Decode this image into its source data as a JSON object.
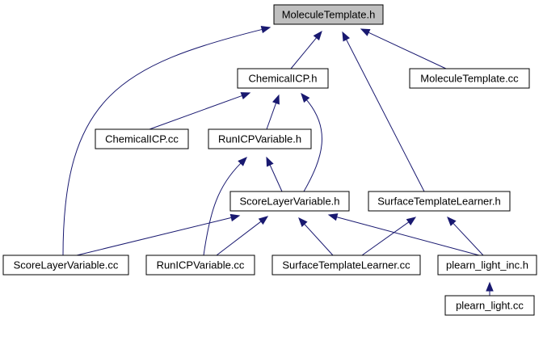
{
  "graph": {
    "root": "MoleculeTemplate.h",
    "nodes": [
      {
        "id": "moleculetemplate-h",
        "label": "MoleculeTemplate.h",
        "root": true
      },
      {
        "id": "chemicalicp-h",
        "label": "ChemicalICP.h"
      },
      {
        "id": "moleculetemplate-cc",
        "label": "MoleculeTemplate.cc"
      },
      {
        "id": "chemicalicp-cc",
        "label": "ChemicalICP.cc"
      },
      {
        "id": "runicpvariable-h",
        "label": "RunICPVariable.h"
      },
      {
        "id": "scorelayervariable-h",
        "label": "ScoreLayerVariable.h"
      },
      {
        "id": "surfacetemplatelearner-h",
        "label": "SurfaceTemplateLearner.h"
      },
      {
        "id": "scorelayervariable-cc",
        "label": "ScoreLayerVariable.cc"
      },
      {
        "id": "runicpvariable-cc",
        "label": "RunICPVariable.cc"
      },
      {
        "id": "surfacetemplatelearner-cc",
        "label": "SurfaceTemplateLearner.cc"
      },
      {
        "id": "plearn-light-inc-h",
        "label": "plearn_light_inc.h"
      },
      {
        "id": "plearn-light-cc",
        "label": "plearn_light.cc"
      }
    ],
    "edges": [
      {
        "from": "chemicalicp-h",
        "to": "moleculetemplate-h"
      },
      {
        "from": "moleculetemplate-cc",
        "to": "moleculetemplate-h"
      },
      {
        "from": "scorelayervariable-cc",
        "to": "moleculetemplate-h"
      },
      {
        "from": "surfacetemplatelearner-h",
        "to": "moleculetemplate-h"
      },
      {
        "from": "chemicalicp-cc",
        "to": "chemicalicp-h"
      },
      {
        "from": "runicpvariable-h",
        "to": "chemicalicp-h"
      },
      {
        "from": "scorelayervariable-h",
        "to": "chemicalicp-h"
      },
      {
        "from": "scorelayervariable-h",
        "to": "runicpvariable-h"
      },
      {
        "from": "runicpvariable-cc",
        "to": "runicpvariable-h"
      },
      {
        "from": "scorelayervariable-cc",
        "to": "scorelayervariable-h"
      },
      {
        "from": "runicpvariable-cc",
        "to": "scorelayervariable-h"
      },
      {
        "from": "surfacetemplatelearner-cc",
        "to": "scorelayervariable-h"
      },
      {
        "from": "plearn-light-inc-h",
        "to": "scorelayervariable-h"
      },
      {
        "from": "surfacetemplatelearner-cc",
        "to": "surfacetemplatelearner-h"
      },
      {
        "from": "plearn-light-inc-h",
        "to": "surfacetemplatelearner-h"
      },
      {
        "from": "plearn-light-cc",
        "to": "plearn-light-inc-h"
      }
    ]
  },
  "colors": {
    "edge": "#191970",
    "root_fill": "#bfbfbf",
    "node_fill": "#ffffff",
    "node_border": "#000000"
  }
}
